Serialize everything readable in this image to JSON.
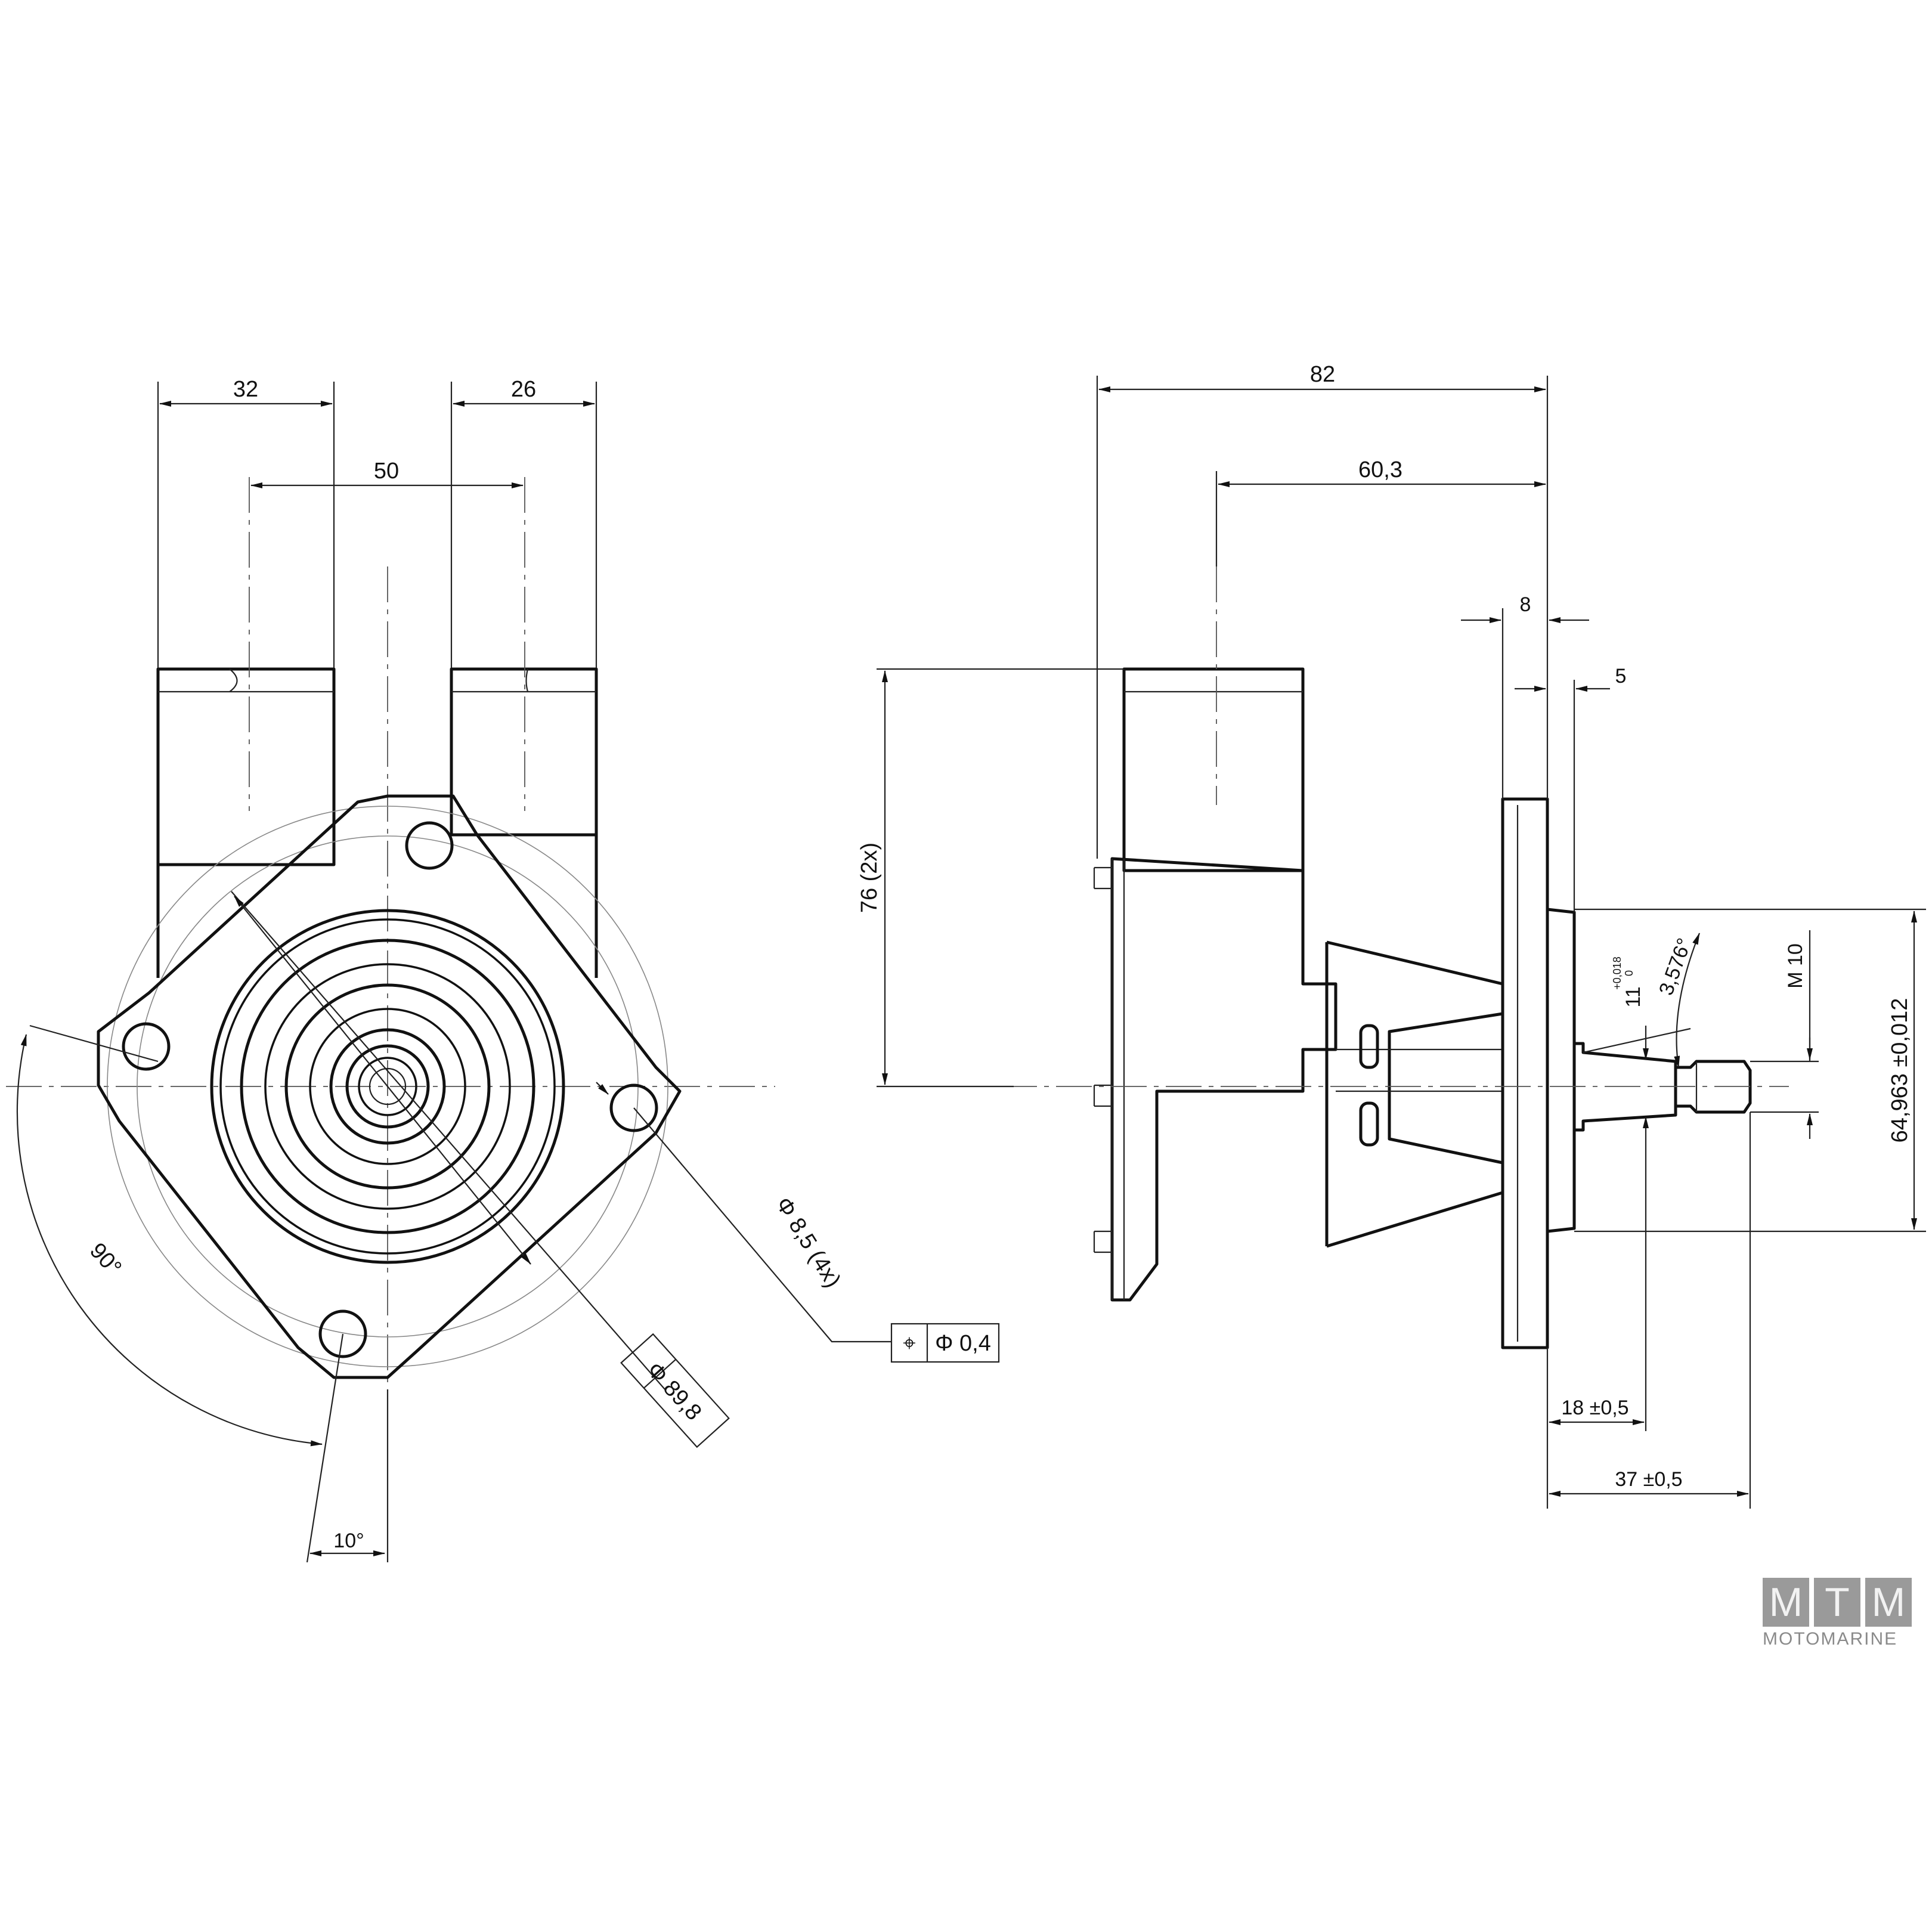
{
  "front_view": {
    "dim_top_left": "32",
    "dim_top_right": "26",
    "dim_between": "50",
    "dim_angle_large": "90°",
    "dim_angle_small": "10°",
    "dim_hole": "Φ 8,5 (4x)",
    "dim_bolt_circle": "Φ 89,8",
    "tolerance_symbol": "⌖",
    "tolerance_value": "Φ 0,4"
  },
  "side_view": {
    "dim_overall_length": "82",
    "dim_port_offset": "60,3",
    "dim_flange": "8",
    "dim_spigot": "5",
    "dim_height": "76 (2x)",
    "dim_pilot_diameter": "64,963 ±0,012",
    "dim_thread": "M 10",
    "dim_shaft_diameter": "11",
    "dim_shaft_tol_upper": "+0,018",
    "dim_shaft_tol_lower": "0",
    "dim_taper": "3,576°",
    "dim_shaft_start": "18 ±0,5",
    "dim_shaft_end": "37 ±0,5"
  },
  "logo": {
    "letters": [
      "M",
      "T",
      "M"
    ],
    "subtitle": "MOTOMARINE"
  }
}
